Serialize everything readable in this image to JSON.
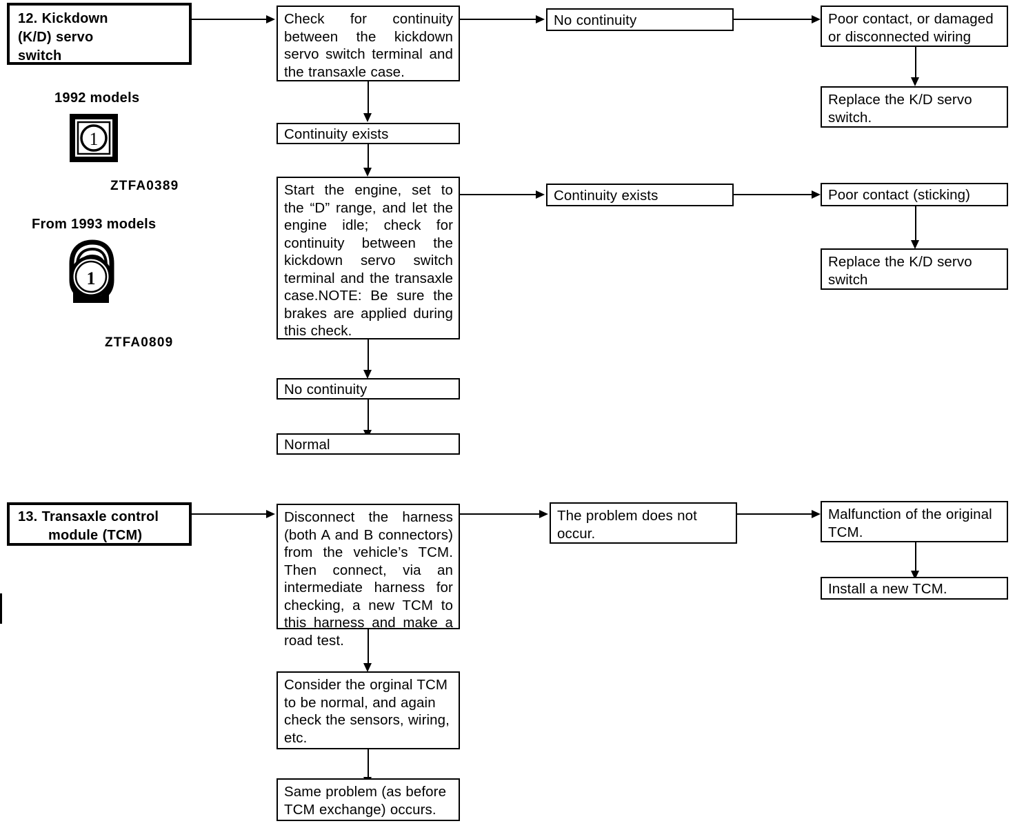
{
  "document": {
    "title": "Transaxle Diagnostic Flowchart"
  },
  "sections": [
    {
      "id": "section-12",
      "header": "12. Kickdown (K/D) servo switch",
      "header_lines": [
        "12. Kickdown",
        "(K/D) servo",
        "switch"
      ],
      "illustrations": [
        {
          "caption": "1992 models",
          "code": "ZTFA0389",
          "icon": "square-connector-icon",
          "pin_number": "1"
        },
        {
          "caption": "From 1993 models",
          "code": "ZTFA0809",
          "icon": "round-connector-icon",
          "pin_number": "1"
        }
      ],
      "steps": {
        "check_1": "Check for continuity between the kickdown servo switch terminal and the transaxle case.",
        "result_1_pass": "Continuity exists",
        "result_1_fail": "No continuity",
        "fault_1": "Poor contact, or damaged or disconnected wiring",
        "remedy_1": "Replace the K/D servo switch.",
        "check_2": "Start the engine, set to the “D” range, and let the engine idle; check for continuity between the kickdown servo switch terminal and the transaxle case.NOTE: Be sure the brakes are applied during this check.",
        "result_2_fail": "Continuity exists",
        "fault_2": "Poor contact (sticking)",
        "remedy_2": "Replace the K/D servo switch",
        "result_2_pass": "No continuity",
        "conclusion": "Normal"
      }
    },
    {
      "id": "section-13",
      "header": "13. Transaxle control module (TCM)",
      "header_lines": [
        "13. Transaxle    control",
        "module (TCM)"
      ],
      "steps": {
        "check_1": "Disconnect the harness (both A and B connectors) from the vehicle’s TCM. Then connect, via an intermediate harness for checking, a new TCM to this harness and make a road test.",
        "result_1_pass": "The problem does not occur.",
        "fault_1": "Malfunction of the original TCM.",
        "remedy_1": "Install a new TCM.",
        "result_1_fail": "Consider the orginal TCM to be normal, and again check the sensors, wiring, etc.",
        "conclusion": "Same problem (as before TCM exchange) occurs."
      }
    }
  ],
  "colors": {
    "ink": "#000000",
    "paper": "#ffffff"
  }
}
